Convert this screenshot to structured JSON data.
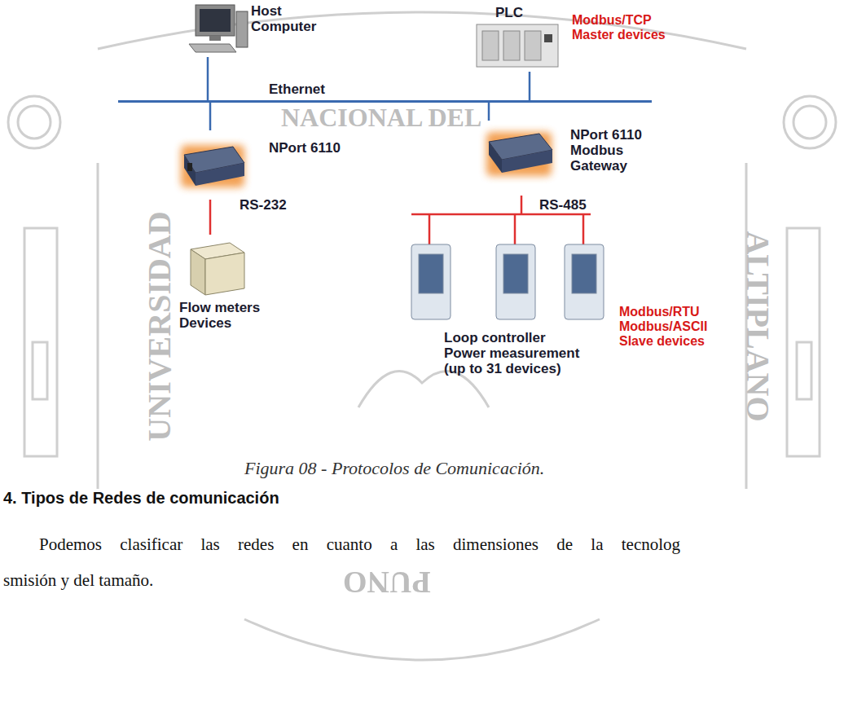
{
  "diagram": {
    "caption": "Figura 08 - Protocolos de Comunicación.",
    "nodes": [
      {
        "text": [
          "Host Computer"
        ]
      },
      {
        "text": [
          "PLC"
        ]
      },
      {
        "text": [
          "Ethernet"
        ]
      },
      {
        "text": [
          "NPort 6110"
        ]
      },
      {
        "text": [
          "NPort 6110 Modbus Gateway"
        ]
      },
      {
        "text": [
          "Flow meters Devices"
        ]
      },
      {
        "text": [
          "Loop controller Power measurement (up to 31 devices)"
        ]
      }
    ],
    "edges": [
      {
        "from": 0,
        "to": 2,
        "arrow": "none"
      },
      {
        "from": 1,
        "to": 2,
        "arrow": "none"
      },
      {
        "from": 2,
        "to": 3,
        "arrow": "none"
      },
      {
        "from": 2,
        "to": 4,
        "arrow": "none"
      },
      {
        "from": 3,
        "to": 5,
        "label": "RS-232",
        "arrow": "none"
      },
      {
        "from": 4,
        "to": 6,
        "label": "RS-485",
        "arrow": "none"
      }
    ],
    "labels": [
      "Modbus/TCP Master devices",
      "Modbus/RTU Modbus/ASCII Slave devices",
      "NACIONAL DEL",
      "UNIVERSIDAD",
      "ALTIPLANO",
      "PUNO",
      "4. Tipos de Redes de comunicación",
      "Podemos clasificar las redes en cuanto a las dimensiones de la tecnolog",
      "smisión y del tamaño."
    ]
  }
}
